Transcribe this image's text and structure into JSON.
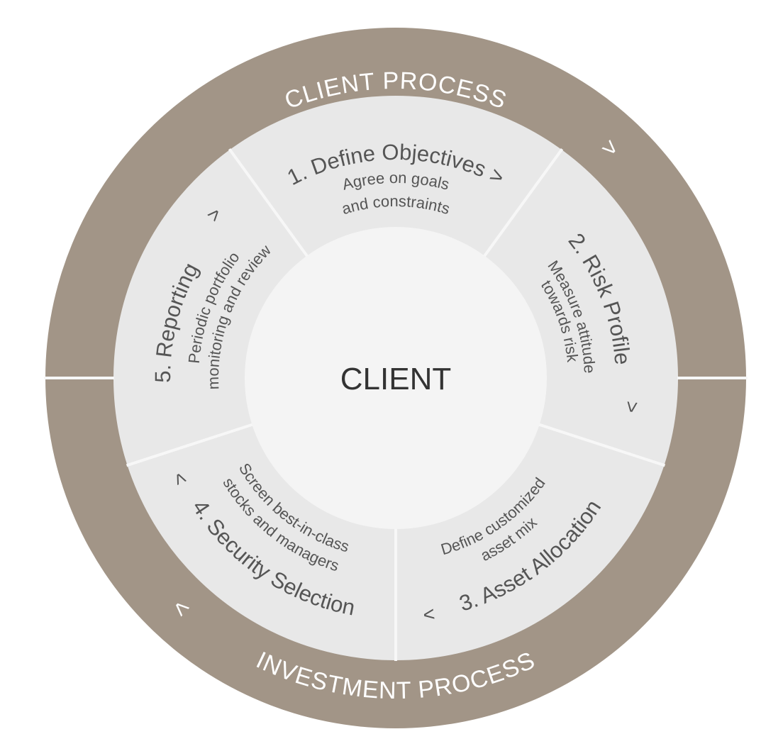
{
  "colors": {
    "outer_ring": "#a29587",
    "segments": "#e8e8e8",
    "center": "#f4f4f4",
    "divider": "#f7f7f7",
    "text": "#555555"
  },
  "outer_ring": {
    "top_label": "CLIENT PROCESS",
    "bottom_label": "INVESTMENT PROCESS",
    "top_arrow": ">",
    "bottom_arrow": "<"
  },
  "center": {
    "label": "CLIENT"
  },
  "segments": [
    {
      "title": "1. Define Objectives >",
      "desc": [
        "Agree on goals",
        "and constraints"
      ]
    },
    {
      "title": "2. Risk Profile",
      "arrow": ">",
      "desc": [
        "Measure attitude",
        "towards risk"
      ]
    },
    {
      "title": "3. Asset Allocation",
      "arrow": "<",
      "desc": [
        "Define customized",
        "asset mix"
      ]
    },
    {
      "title": "4. Security Selection",
      "arrow": "<",
      "desc": [
        "Screen best-in-class",
        "stocks and managers"
      ]
    },
    {
      "title": "5. Reporting",
      "arrow": ">",
      "desc": [
        "Periodic portfolio",
        "monitoring and review"
      ]
    }
  ]
}
